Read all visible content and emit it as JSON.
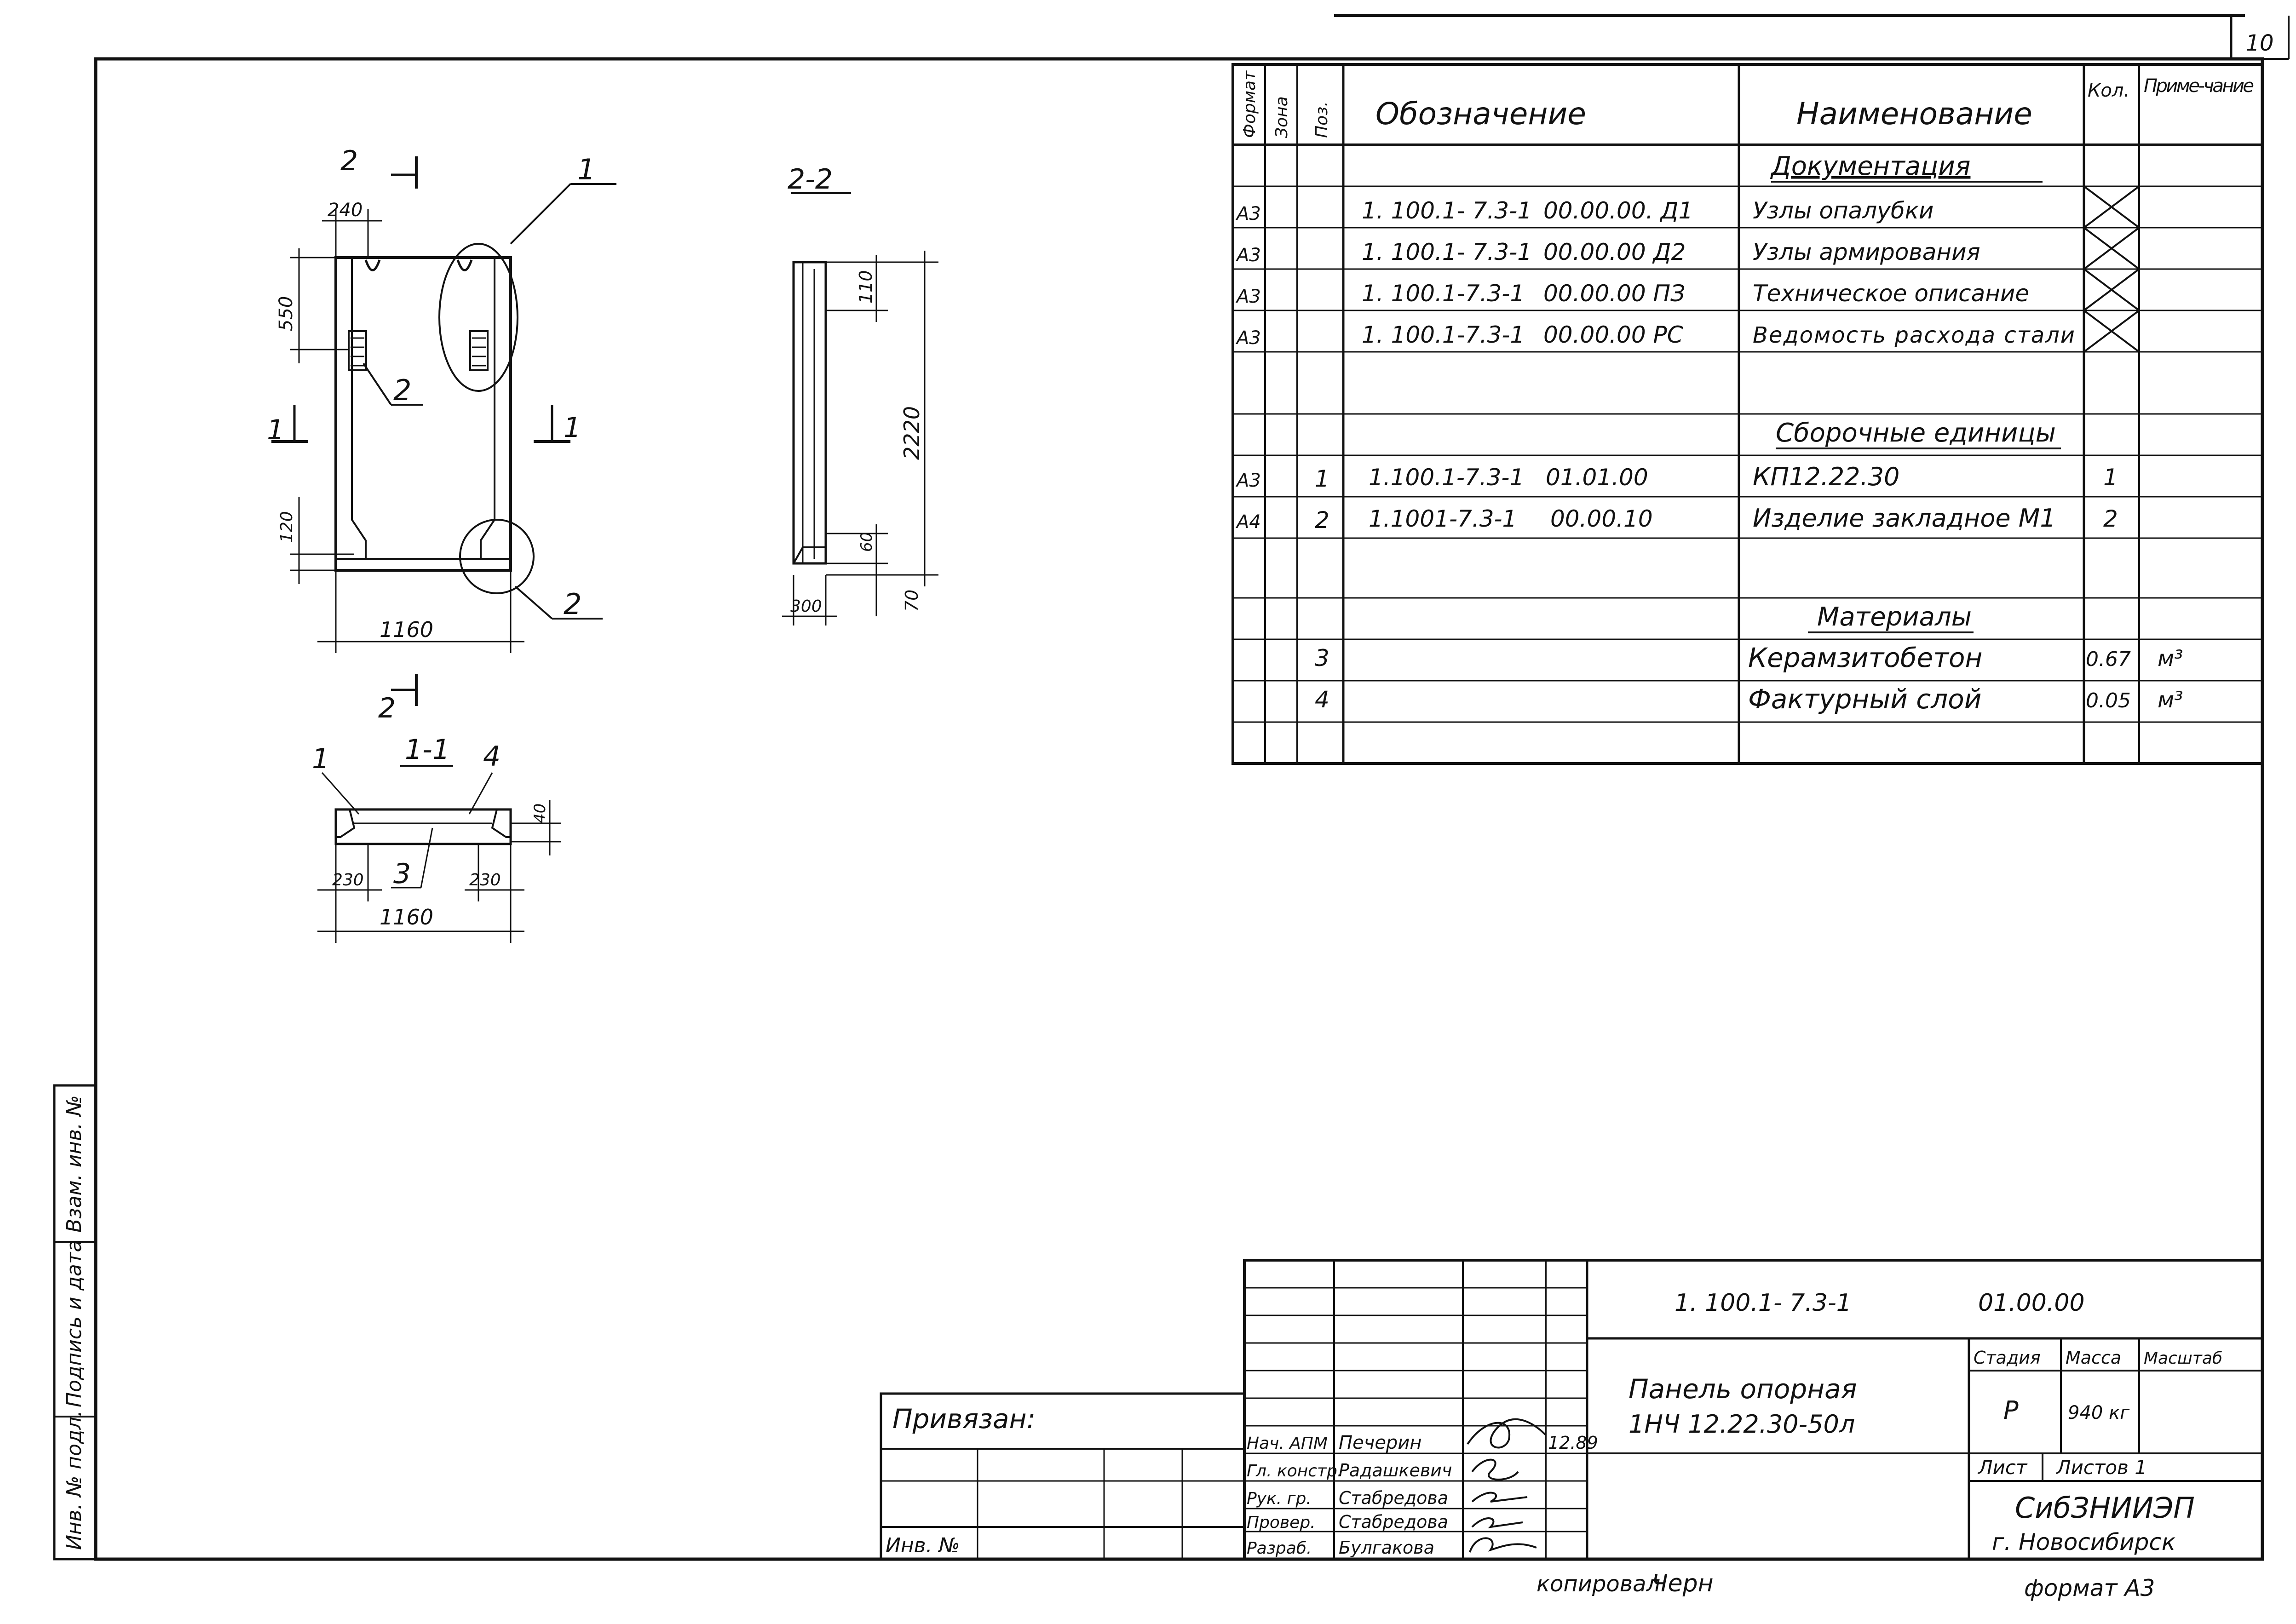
{
  "sheet": {
    "number": "10",
    "format_label": "формат А3",
    "copied_label": "копировал:",
    "copied_sign": "Черн"
  },
  "spec": {
    "headers": {
      "format": "Формат",
      "zone": "Зона",
      "pos": "Поз.",
      "designation": "Обозначение",
      "name": "Наименование",
      "qty": "Кол.",
      "note": "Приме-чание"
    },
    "sections": {
      "documentation": "Документация",
      "assembly_units": "Сборочные единицы",
      "materials": "Материалы"
    },
    "doc_rows": [
      {
        "format": "А3",
        "code": "1. 100.1- 7.3-1",
        "suffix": "00.00.00. Д1",
        "name": "Узлы опалубки"
      },
      {
        "format": "А3",
        "code": "1. 100.1- 7.3-1",
        "suffix": "00.00.00 Д2",
        "name": "Узлы армирования"
      },
      {
        "format": "А3",
        "code": "1. 100.1-7.3-1",
        "suffix": "00.00.00 ПЗ",
        "name": "Техническое описание"
      },
      {
        "format": "А3",
        "code": "1. 100.1-7.3-1",
        "suffix": "00.00.00 РС",
        "name": "Ведомость расхода стали"
      }
    ],
    "assembly_rows": [
      {
        "format": "А3",
        "pos": "1",
        "code": "1.100.1-7.3-1",
        "suffix": "01.01.00",
        "name": "КП12.22.30",
        "qty": "1"
      },
      {
        "format": "А4",
        "pos": "2",
        "code": "1.1001-7.3-1",
        "suffix": "00.00.10",
        "name": "Изделие закладное М1",
        "qty": "2"
      }
    ],
    "material_rows": [
      {
        "pos": "3",
        "name": "Керамзитобетон",
        "qty": "0.67",
        "unit": "м³"
      },
      {
        "pos": "4",
        "name": "Фактурный слой",
        "qty": "0.05",
        "unit": "м³"
      }
    ]
  },
  "drawing": {
    "section_2_2": "2-2",
    "section_1_1": "1-1",
    "mark_1": "1",
    "mark_2": "2",
    "mark_3": "3",
    "mark_4": "4",
    "dim_240": "240",
    "dim_550": "550",
    "dim_120": "120",
    "dim_1160": "1160",
    "dim_110": "110",
    "dim_2220": "2220",
    "dim_60": "60",
    "dim_70": "70",
    "dim_300": "300",
    "dim_230": "230",
    "dim_40": "40"
  },
  "title_block": {
    "bound_label": "Привязан:",
    "inv_label": "Инв. №",
    "doc_code": "1. 100.1- 7.3-1",
    "doc_suffix": "01.00.00",
    "title_line1": "Панель опорная",
    "title_line2": "1НЧ 12.22.30-50л",
    "stage_label": "Стадия",
    "mass_label": "Масса",
    "scale_label": "Масштаб",
    "stage": "Р",
    "mass": "940 кг",
    "sheet_label": "Лист",
    "sheets_label": "Листов 1",
    "org": "СибЗНИИЭП",
    "city": "г. Новосибирск",
    "date": "12.89",
    "roles": [
      {
        "role": "Нач. АПМ",
        "name": "Печерин"
      },
      {
        "role": "Гл. констр.",
        "name": "Радашкевич"
      },
      {
        "role": "Рук. гр.",
        "name": "Стабредова"
      },
      {
        "role": "Провер.",
        "name": "Стабредова"
      },
      {
        "role": "Разраб.",
        "name": "Булгакова"
      }
    ]
  },
  "margin": {
    "inv_podl": "Инв. № подл.",
    "podpis": "Подпись и дата",
    "vzam": "Взам. инв. №"
  }
}
